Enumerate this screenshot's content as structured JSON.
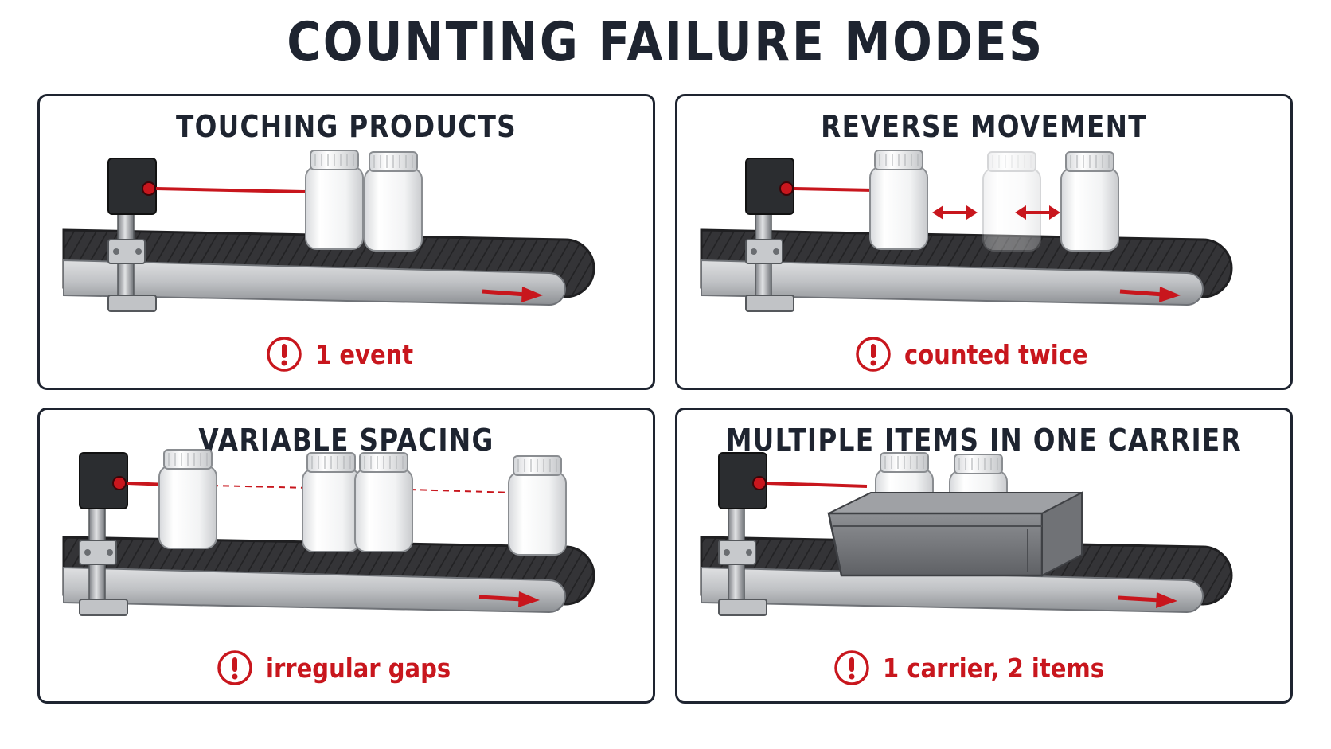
{
  "title": "COUNTING FAILURE MODES",
  "colors": {
    "accent_red": "#c8161d",
    "ink": "#1e2430",
    "belt": "#2f2f31",
    "frame": "#b9bbbe"
  },
  "panels": [
    {
      "title": "TOUCHING PRODUCTS",
      "caption": "1 event",
      "icon": "exclamation-circle-icon"
    },
    {
      "title": "REVERSE MOVEMENT",
      "caption": "counted twice",
      "icon": "exclamation-circle-icon"
    },
    {
      "title": "VARIABLE SPACING",
      "caption": "irregular gaps",
      "icon": "exclamation-circle-icon"
    },
    {
      "title": "MULTIPLE ITEMS IN ONE CARRIER",
      "caption": "1 carrier, 2 items",
      "icon": "exclamation-circle-icon"
    }
  ]
}
